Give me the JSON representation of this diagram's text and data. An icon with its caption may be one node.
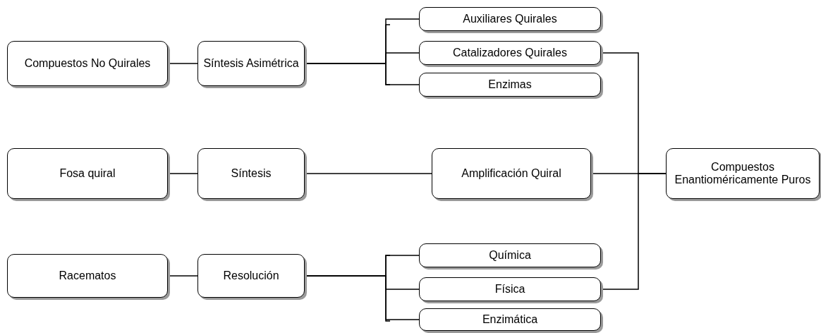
{
  "diagram": {
    "nodes": [
      {
        "text": [
          "Compuestos No Quirales"
        ]
      },
      {
        "text": [
          "Síntesis Asimétrica"
        ]
      },
      {
        "text": [
          "Auxiliares Quirales"
        ]
      },
      {
        "text": [
          "Catalizadores Quirales"
        ]
      },
      {
        "text": [
          "Enzimas"
        ]
      },
      {
        "text": [
          "Fosa quiral"
        ]
      },
      {
        "text": [
          "Síntesis"
        ]
      },
      {
        "text": [
          "Amplificación Quiral"
        ]
      },
      {
        "text": [
          "Compuestos Enantioméricamente Puros"
        ]
      },
      {
        "text": [
          "Racematos"
        ]
      },
      {
        "text": [
          "Resolución"
        ]
      },
      {
        "text": [
          "Química"
        ]
      },
      {
        "text": [
          "Física"
        ]
      },
      {
        "text": [
          "Enzimática"
        ]
      }
    ],
    "edges": [
      {
        "from": 0,
        "to": 1,
        "arrow": "none"
      },
      {
        "from": 1,
        "to": 2,
        "arrow": "none"
      },
      {
        "from": 1,
        "to": 3,
        "arrow": "none"
      },
      {
        "from": 1,
        "to": 4,
        "arrow": "none"
      },
      {
        "from": 3,
        "to": 8,
        "arrow": "none"
      },
      {
        "from": 5,
        "to": 6,
        "arrow": "none"
      },
      {
        "from": 6,
        "to": 7,
        "arrow": "none"
      },
      {
        "from": 7,
        "to": 8,
        "arrow": "none"
      },
      {
        "from": 9,
        "to": 10,
        "arrow": "none"
      },
      {
        "from": 10,
        "to": 11,
        "arrow": "none"
      },
      {
        "from": 10,
        "to": 12,
        "arrow": "none"
      },
      {
        "from": 10,
        "to": 13,
        "arrow": "none"
      },
      {
        "from": 12,
        "to": 8,
        "arrow": "none"
      }
    ]
  }
}
